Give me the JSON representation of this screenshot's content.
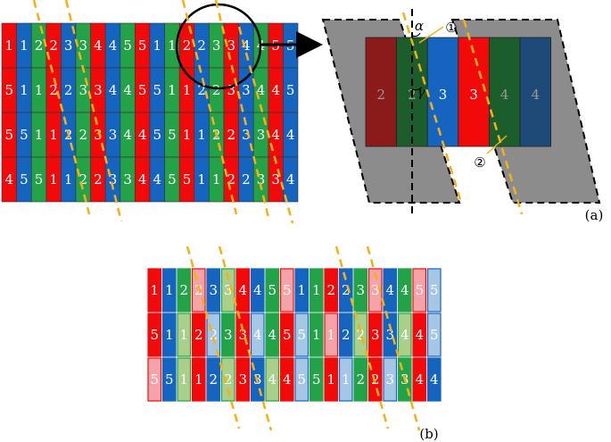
{
  "panel_a": {
    "rows": [
      [
        "1",
        "1",
        "2",
        "2",
        "3",
        "3",
        "4",
        "4",
        "5",
        "5",
        "1",
        "1",
        "2",
        "2",
        "3",
        "3",
        "4",
        "4",
        "5",
        "5"
      ],
      [
        "5",
        "1",
        "1",
        "2",
        "2",
        "3",
        "3",
        "4",
        "4",
        "5",
        "5",
        "1",
        "1",
        "2",
        "2",
        "3",
        "3",
        "4",
        "4",
        "5"
      ],
      [
        "5",
        "5",
        "1",
        "1",
        "2",
        "2",
        "3",
        "3",
        "4",
        "4",
        "5",
        "5",
        "1",
        "1",
        "2",
        "2",
        "3",
        "3",
        "4",
        "4"
      ],
      [
        "4",
        "5",
        "5",
        "1",
        "1",
        "2",
        "2",
        "3",
        "3",
        "4",
        "4",
        "5",
        "5",
        "1",
        "1",
        "2",
        "2",
        "3",
        "3",
        "4"
      ]
    ],
    "caption": "(a)"
  },
  "inset": {
    "labels": [
      "2",
      "2",
      "3",
      "3",
      "4",
      "4"
    ],
    "angle_alpha": "α",
    "angle_gamma": "γ",
    "marker_1": "①",
    "marker_2": "②"
  },
  "panel_b": {
    "rows": [
      [
        "1",
        "1",
        "2",
        "2",
        "3",
        "3",
        "4",
        "4",
        "5",
        "5",
        "1",
        "1",
        "2",
        "2",
        "3",
        "3",
        "4",
        "4",
        "5",
        "5"
      ],
      [
        "5",
        "1",
        "1",
        "2",
        "2",
        "3",
        "3",
        "4",
        "4",
        "5",
        "5",
        "1",
        "1",
        "2",
        "2",
        "3",
        "3",
        "4",
        "4",
        "5"
      ],
      [
        "5",
        "5",
        "1",
        "1",
        "2",
        "2",
        "3",
        "3",
        "4",
        "4",
        "5",
        "5",
        "1",
        "1",
        "2",
        "2",
        "3",
        "3",
        "4",
        "4"
      ]
    ],
    "caption": "(b)"
  },
  "colors": {
    "red": "#f20a0a",
    "green": "#23a247",
    "blue": "#1565c0",
    "light_red": "#f4a3a8",
    "light_green": "#a9cf8a",
    "light_blue": "#a6c6e6",
    "orange": "#f5b014",
    "gray": "#8c8c8c",
    "dark_red": "#8b1a1a",
    "dark_green": "#1b5e2b",
    "dark_blue": "#1d4a78"
  }
}
